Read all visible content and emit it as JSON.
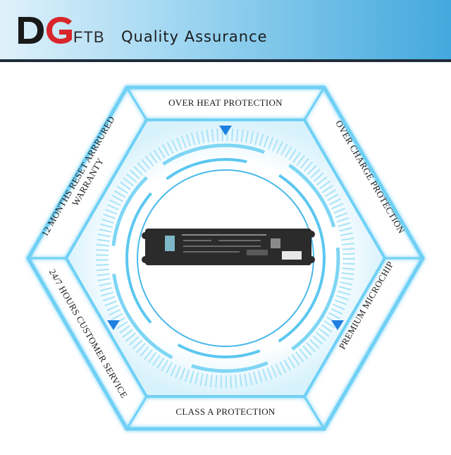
{
  "header": {
    "logo_text": "FTB",
    "title": "Quality Assurance"
  },
  "features": {
    "top": "OVER HEAT PROTECTION",
    "top_right": "OVER CHARGE PROTECTION",
    "bottom_right": "PREMIUM MICROCHIP",
    "bottom": "CLASS A PROTECTION",
    "bottom_left": "24/7 HOURS CUSTOMER SERVICE",
    "top_left_line1": "12 MONTHS RESET ARRRURED",
    "top_left_line2": "WARRANTY"
  },
  "colors": {
    "accent_blue": "#1e7fe0",
    "glow_blue": "#6fd0f5",
    "header_gradient_end": "#43a8dd",
    "battery_body": "#2b2b2b"
  },
  "icons": [
    "dg-logo-icon",
    "arrow-down-icon",
    "battery-image"
  ]
}
